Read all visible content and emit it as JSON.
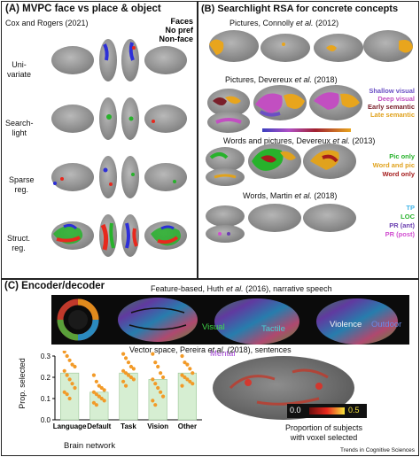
{
  "panel_a": {
    "title": "(A) MVPC face vs place & object",
    "source": "Cox and Rogers (2021)",
    "legend": [
      {
        "label": "Faces",
        "color": "#e8281d"
      },
      {
        "label": "No pref",
        "color": "#27b22b"
      },
      {
        "label": "Non-face",
        "color": "#2d2fd8"
      }
    ],
    "rows": [
      {
        "label_line1": "Uni-",
        "label_line2": "variate"
      },
      {
        "label_line1": "Search-",
        "label_line2": "light"
      },
      {
        "label_line1": "Sparse",
        "label_line2": "reg."
      },
      {
        "label_line1": "Struct.",
        "label_line2": "reg."
      }
    ]
  },
  "panel_b": {
    "title": "(B) Searchlight RSA for concrete concepts",
    "studies": [
      {
        "pre": "Pictures, Connolly ",
        "etal": "et al.",
        "post": " (2012)"
      },
      {
        "pre": "Pictures, Devereux ",
        "etal": "et al.",
        "post": " (2018)"
      },
      {
        "pre": "Words and pictures, Devereux ",
        "etal": "et al.",
        "post": " (2013)"
      },
      {
        "pre": "Words, Martin ",
        "etal": "et al.",
        "post": " (2018)"
      }
    ],
    "legend_2018": [
      {
        "label": "Shallow visual",
        "color": "#6a4fc4"
      },
      {
        "label": "Deep visual",
        "color": "#c24fc1"
      },
      {
        "label": "Early semantic",
        "color": "#7a1f2a"
      },
      {
        "label": "Late semantic",
        "color": "#e0a21d"
      }
    ],
    "legend_2013": [
      {
        "label": "Pic only",
        "color": "#27b22b"
      },
      {
        "label": "Word and pic",
        "color": "#e0a21d"
      },
      {
        "label": "Word only",
        "color": "#a51c1c"
      }
    ],
    "legend_martin": [
      {
        "label": "TP",
        "color": "#3fb4e8"
      },
      {
        "label": "LOC",
        "color": "#27b22b"
      },
      {
        "label": "PR (ant)",
        "color": "#6a3fb0"
      },
      {
        "label": "PR (post)",
        "color": "#d14fd0"
      }
    ]
  },
  "panel_c": {
    "title": "(C) Encoder/decoder",
    "huth": {
      "pre": "Feature-based, Huth ",
      "etal": "et al.",
      "post": " (2016), narrative speech"
    },
    "huth_labels": [
      "Visual",
      "Tactile",
      "Violence",
      "Outdoor",
      "Mental"
    ],
    "pereira": {
      "pre": "Vector space, Pereira ",
      "etal": "et al.",
      "post": " (2018), sentences"
    },
    "colorbar": {
      "min": "0.0",
      "max": "0.5"
    },
    "caption_line1": "Proportion of subjects",
    "caption_line2": "with voxel selected"
  },
  "chart_data": {
    "type": "bar",
    "categories": [
      "Language",
      "Default",
      "Task",
      "Vision",
      "Other"
    ],
    "values": [
      0.22,
      0.13,
      0.22,
      0.19,
      0.22
    ],
    "ylabel": "Prop. selected",
    "xlabel": "Brain network",
    "ylim": [
      0,
      0.3
    ],
    "yticks": [
      "0.0",
      "0.1",
      "0.2",
      "0.3"
    ],
    "points": [
      [
        0.32,
        0.3,
        0.28,
        0.26,
        0.25,
        0.23,
        0.21,
        0.19,
        0.17,
        0.15,
        0.13,
        0.12,
        0.1
      ],
      [
        0.21,
        0.18,
        0.16,
        0.15,
        0.14,
        0.13,
        0.12,
        0.11,
        0.1,
        0.09,
        0.08,
        0.07
      ],
      [
        0.31,
        0.29,
        0.27,
        0.25,
        0.24,
        0.23,
        0.22,
        0.21,
        0.2,
        0.19,
        0.18,
        0.16
      ],
      [
        0.31,
        0.27,
        0.25,
        0.22,
        0.2,
        0.19,
        0.17,
        0.15,
        0.13,
        0.11,
        0.09,
        0.07
      ],
      [
        0.3,
        0.27,
        0.26,
        0.24,
        0.22,
        0.21,
        0.2,
        0.19,
        0.18,
        0.17,
        0.16
      ]
    ],
    "bar_color": "#d6eed2",
    "point_color": "#f29a27"
  },
  "footer": {
    "journal": "Trends in Cognitive Sciences"
  }
}
